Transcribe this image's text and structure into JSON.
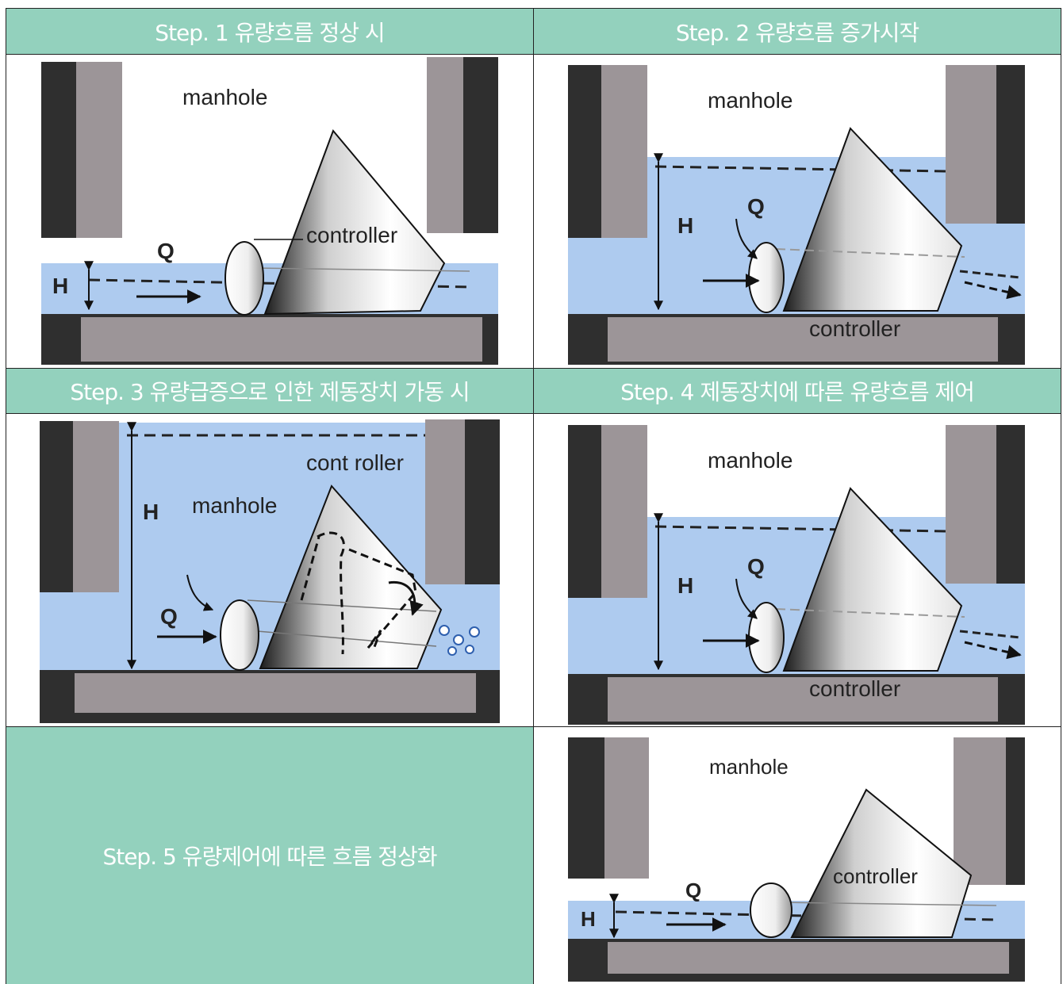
{
  "steps": [
    {
      "title": "Step. 1 유량흐름 정상 시"
    },
    {
      "title": "Step. 2 유량흐름 증가시작"
    },
    {
      "title": "Step. 3 유량급증으로 인한 제동장치 가동 시"
    },
    {
      "title": "Step. 4 제동장치에 따른 유량흐름 제어"
    },
    {
      "title": "Step. 5 유량제어에 따른 흐름 정상화"
    }
  ],
  "labels": {
    "manhole": "manhole",
    "controller": "controller",
    "controller_spaced": "cont roller",
    "q": "Q",
    "h": "H"
  },
  "colors": {
    "header_bg": "#93d1bd",
    "water": "#aecbef",
    "wall_dark": "#2f2f2f",
    "wall_gray": "#9c9598"
  }
}
